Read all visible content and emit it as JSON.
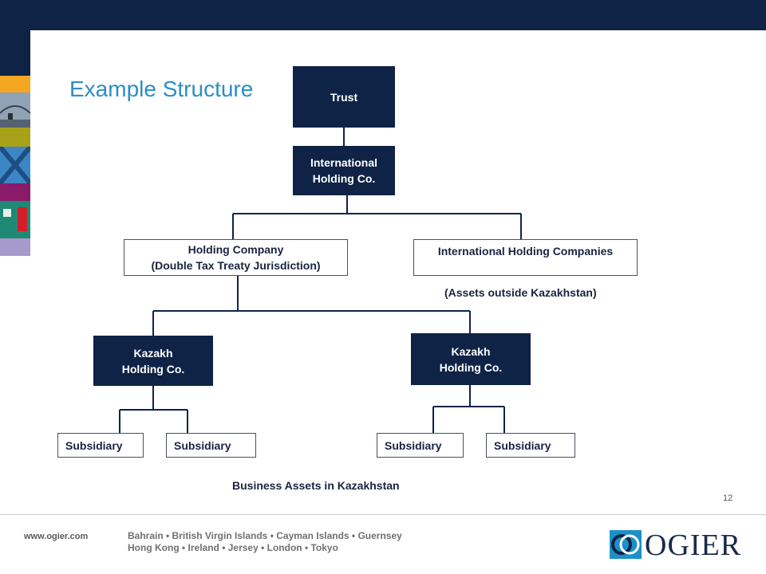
{
  "slide": {
    "title": "Example Structure",
    "page_number": "12",
    "accent_color": "#0f2346",
    "title_color": "#2b8ec7"
  },
  "org_chart": {
    "trust": "Trust",
    "international_holding_co": [
      "International",
      "Holding Co."
    ],
    "holding_company": [
      "Holding Company",
      "(Double Tax Treaty Jurisdiction)"
    ],
    "international_holding_companies": "International Holding Companies",
    "assets_outside_note": "(Assets outside Kazakhstan)",
    "kazakh_holding_left": [
      "Kazakh",
      "Holding Co."
    ],
    "kazakh_holding_right": [
      "Kazakh",
      "Holding Co."
    ],
    "subsidiaries": [
      "Subsidiary",
      "Subsidiary",
      "Subsidiary",
      "Subsidiary"
    ],
    "business_assets_note": "Business Assets in Kazakhstan"
  },
  "footer": {
    "website": "www.ogier.com",
    "offices_line1": "Bahrain • British Virgin Islands • Cayman Islands • Guernsey",
    "offices_line2": "Hong Kong • Ireland • Jersey • London • Tokyo",
    "logo_text": "OGIER"
  },
  "decor": {
    "side_strip_colors": [
      "#f5a623",
      "#7f8c9a",
      "#a8a21a",
      "#2c6fa8",
      "#8a1a6a",
      "#1e8a74",
      "#a59acb"
    ]
  }
}
